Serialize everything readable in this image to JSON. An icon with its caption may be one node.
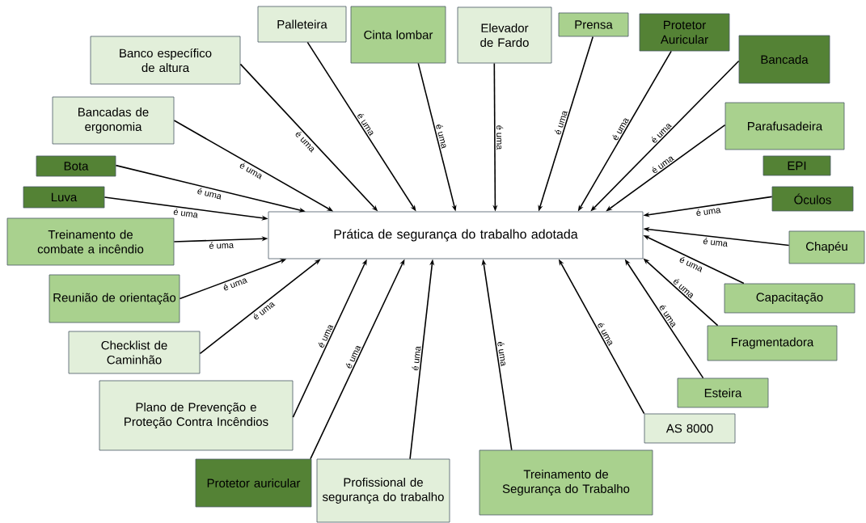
{
  "diagram": {
    "nodes": [
      {
        "text": [
          "Prática de segurança do trabalho adotada"
        ]
      },
      {
        "text": [
          "Palleteira"
        ]
      },
      {
        "text": [
          "Cinta lombar"
        ]
      },
      {
        "text": [
          "Elevador de Fardo"
        ]
      },
      {
        "text": [
          "Prensa"
        ]
      },
      {
        "text": [
          "Protetor Auricular"
        ]
      },
      {
        "text": [
          "Banco específico de altura"
        ]
      },
      {
        "text": [
          "Bancada"
        ]
      },
      {
        "text": [
          "Bancadas de ergonomia"
        ]
      },
      {
        "text": [
          "Parafusadeira"
        ]
      },
      {
        "text": [
          "Bota"
        ]
      },
      {
        "text": [
          "EPI"
        ]
      },
      {
        "text": [
          "Luva"
        ]
      },
      {
        "text": [
          "Óculos"
        ]
      },
      {
        "text": [
          "Treinamento de combate a incêndio"
        ]
      },
      {
        "text": [
          "Chapéu"
        ]
      },
      {
        "text": [
          "Reunião de orientação"
        ]
      },
      {
        "text": [
          "Capacitação"
        ]
      },
      {
        "text": [
          "Checklist de Caminhão"
        ]
      },
      {
        "text": [
          "Fragmentadora"
        ]
      },
      {
        "text": [
          "Plano de Prevenção e Proteção Contra Incêndios"
        ]
      },
      {
        "text": [
          "Esteira"
        ]
      },
      {
        "text": [
          "AS 8000"
        ]
      },
      {
        "text": [
          "Protetor auricular"
        ]
      },
      {
        "text": [
          "Profissional de segurança do trabalho"
        ]
      },
      {
        "text": [
          "Treinamento de Segurança do Trabalho"
        ]
      }
    ],
    "edges": [
      {
        "from": 1,
        "to": 0,
        "arrow": "to",
        "label": "é uma"
      },
      {
        "from": 2,
        "to": 0,
        "arrow": "to",
        "label": "é uma"
      },
      {
        "from": 3,
        "to": 0,
        "arrow": "to",
        "label": "é uma"
      },
      {
        "from": 4,
        "to": 0,
        "arrow": "to",
        "label": "é uma"
      },
      {
        "from": 5,
        "to": 0,
        "arrow": "to",
        "label": "é uma"
      },
      {
        "from": 6,
        "to": 0,
        "arrow": "to",
        "label": "é uma"
      },
      {
        "from": 7,
        "to": 0,
        "arrow": "to",
        "label": "é uma"
      },
      {
        "from": 8,
        "to": 0,
        "arrow": "to",
        "label": "é uma"
      },
      {
        "from": 9,
        "to": 0,
        "arrow": "to",
        "label": "é uma"
      },
      {
        "from": 10,
        "to": 0,
        "arrow": "to",
        "label": "é uma"
      },
      {
        "from": 12,
        "to": 0,
        "arrow": "to",
        "label": "é uma"
      },
      {
        "from": 13,
        "to": 0,
        "arrow": "to",
        "label": "é uma"
      },
      {
        "from": 14,
        "to": 0,
        "arrow": "to",
        "label": "é uma"
      },
      {
        "from": 15,
        "to": 0,
        "arrow": "to",
        "label": "é uma"
      },
      {
        "from": 16,
        "to": 0,
        "arrow": "to",
        "label": "é uma"
      },
      {
        "from": 17,
        "to": 0,
        "arrow": "to",
        "label": "é uma"
      },
      {
        "from": 18,
        "to": 0,
        "arrow": "to",
        "label": "é uma"
      },
      {
        "from": 19,
        "to": 0,
        "arrow": "to",
        "label": "é uma"
      },
      {
        "from": 20,
        "to": 0,
        "arrow": "to",
        "label": "é uma"
      },
      {
        "from": 21,
        "to": 0,
        "arrow": "to",
        "label": "é uma"
      },
      {
        "from": 22,
        "to": 0,
        "arrow": "to",
        "label": "é uma"
      },
      {
        "from": 23,
        "to": 0,
        "arrow": "to",
        "label": "é uma"
      },
      {
        "from": 24,
        "to": 0,
        "arrow": "to",
        "label": "é uma"
      },
      {
        "from": 25,
        "to": 0,
        "arrow": "to",
        "label": "é uma"
      }
    ]
  }
}
